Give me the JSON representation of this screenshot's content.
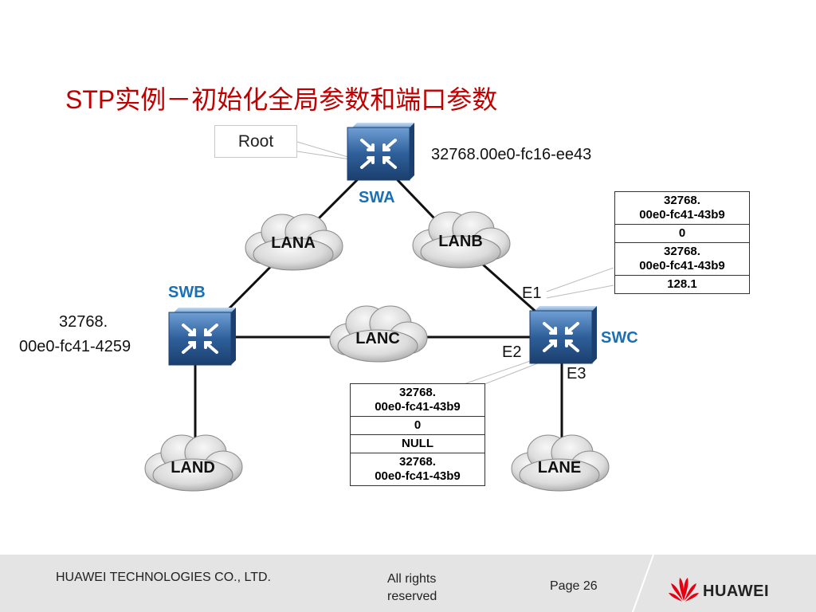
{
  "title": "STP实例－初始化全局参数和端口参数",
  "root_label": "Root",
  "switches": {
    "swa": {
      "name": "SWA",
      "bridge_id": "32768.00e0-fc16-ee43"
    },
    "swb": {
      "name": "SWB",
      "bridge_id_line1": "32768.",
      "bridge_id_line2": "00e0-fc41-4259"
    },
    "swc": {
      "name": "SWC"
    }
  },
  "lans": {
    "lana": "LANA",
    "lanb": "LANB",
    "lanc": "LANC",
    "land": "LAND",
    "lane": "LANE"
  },
  "ports": {
    "e1": "E1",
    "e2": "E2",
    "e3": "E3"
  },
  "table_e1": {
    "root_id_line1": "32768.",
    "root_id_line2": "00e0-fc41-43b9",
    "cost": "0",
    "bridge_id_line1": "32768.",
    "bridge_id_line2": "00e0-fc41-43b9",
    "port_id": "128.1"
  },
  "table_e2": {
    "root_id_line1": "32768.",
    "root_id_line2": "00e0-fc41-43b9",
    "cost": "0",
    "port_field": "NULL",
    "bridge_id_line1": "32768.",
    "bridge_id_line2": "00e0-fc41-43b9"
  },
  "footer": {
    "company": "HUAWEI TECHNOLOGIES CO., LTD.",
    "rights": "All rights reserved",
    "page": "Page 26",
    "brand": "HUAWEI"
  },
  "colors": {
    "title": "#c00000",
    "switch_name": "#1a6fb5",
    "switch_body": "#2e5f9a",
    "cloud": "#d6d6d6",
    "logo_red": "#e60012"
  },
  "icons": [
    "router-icon",
    "cloud-icon",
    "huawei-logo-icon"
  ]
}
